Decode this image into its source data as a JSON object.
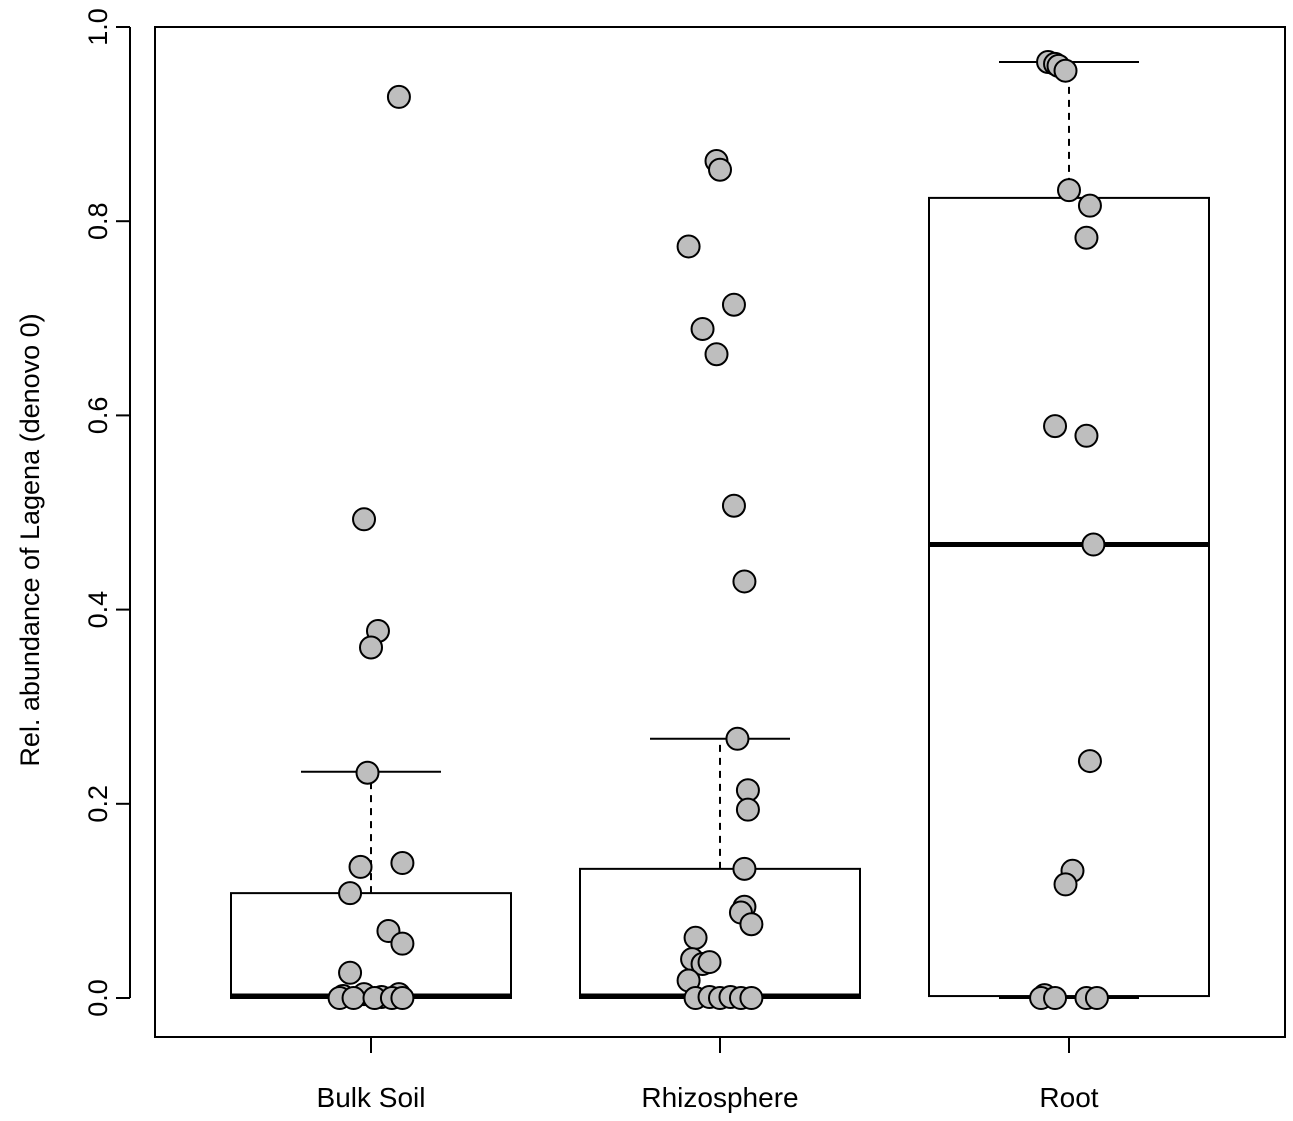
{
  "chart_data": {
    "type": "boxplot",
    "ylabel": "Rel. abundance of Lagena (denovo 0)",
    "xlabel": "",
    "ylim": [
      0,
      1.0
    ],
    "yticks": [
      "0.0",
      "0.2",
      "0.4",
      "0.6",
      "0.8",
      "1.0"
    ],
    "categories": [
      "Bulk Soil",
      "Rhizosphere",
      "Root"
    ],
    "grid": false,
    "boxes": [
      {
        "category": "Bulk Soil",
        "whisker_low": 0.0,
        "q1": 0.0,
        "median": 0.002,
        "q3": 0.108,
        "whisker_high": 0.233
      },
      {
        "category": "Rhizosphere",
        "whisker_low": 0.0,
        "q1": 0.0,
        "median": 0.002,
        "q3": 0.133,
        "whisker_high": 0.267
      },
      {
        "category": "Root",
        "whisker_low": 0.0,
        "q1": 0.002,
        "median": 0.467,
        "q3": 0.824,
        "whisker_high": 0.964
      }
    ],
    "points": [
      {
        "category": "Bulk Soil",
        "jitter": 0.08,
        "value": 0.928
      },
      {
        "category": "Bulk Soil",
        "jitter": -0.02,
        "value": 0.493
      },
      {
        "category": "Bulk Soil",
        "jitter": 0.02,
        "value": 0.378
      },
      {
        "category": "Bulk Soil",
        "jitter": 0.0,
        "value": 0.361
      },
      {
        "category": "Bulk Soil",
        "jitter": -0.01,
        "value": 0.232
      },
      {
        "category": "Bulk Soil",
        "jitter": 0.09,
        "value": 0.139
      },
      {
        "category": "Bulk Soil",
        "jitter": -0.03,
        "value": 0.135
      },
      {
        "category": "Bulk Soil",
        "jitter": -0.06,
        "value": 0.108
      },
      {
        "category": "Bulk Soil",
        "jitter": 0.05,
        "value": 0.069
      },
      {
        "category": "Bulk Soil",
        "jitter": 0.09,
        "value": 0.056
      },
      {
        "category": "Bulk Soil",
        "jitter": -0.06,
        "value": 0.026
      },
      {
        "category": "Bulk Soil",
        "jitter": -0.08,
        "value": 0.002
      },
      {
        "category": "Bulk Soil",
        "jitter": -0.02,
        "value": 0.004
      },
      {
        "category": "Bulk Soil",
        "jitter": 0.03,
        "value": 0.001
      },
      {
        "category": "Bulk Soil",
        "jitter": 0.08,
        "value": 0.004
      },
      {
        "category": "Bulk Soil",
        "jitter": -0.09,
        "value": 0.0
      },
      {
        "category": "Bulk Soil",
        "jitter": -0.05,
        "value": 0.0
      },
      {
        "category": "Bulk Soil",
        "jitter": 0.01,
        "value": 0.0
      },
      {
        "category": "Bulk Soil",
        "jitter": 0.06,
        "value": 0.0
      },
      {
        "category": "Bulk Soil",
        "jitter": 0.09,
        "value": 0.0
      },
      {
        "category": "Rhizosphere",
        "jitter": -0.01,
        "value": 0.862
      },
      {
        "category": "Rhizosphere",
        "jitter": 0.0,
        "value": 0.853
      },
      {
        "category": "Rhizosphere",
        "jitter": -0.09,
        "value": 0.774
      },
      {
        "category": "Rhizosphere",
        "jitter": 0.04,
        "value": 0.714
      },
      {
        "category": "Rhizosphere",
        "jitter": -0.05,
        "value": 0.689
      },
      {
        "category": "Rhizosphere",
        "jitter": -0.01,
        "value": 0.663
      },
      {
        "category": "Rhizosphere",
        "jitter": 0.04,
        "value": 0.507
      },
      {
        "category": "Rhizosphere",
        "jitter": 0.07,
        "value": 0.429
      },
      {
        "category": "Rhizosphere",
        "jitter": 0.05,
        "value": 0.267
      },
      {
        "category": "Rhizosphere",
        "jitter": 0.08,
        "value": 0.214
      },
      {
        "category": "Rhizosphere",
        "jitter": 0.08,
        "value": 0.194
      },
      {
        "category": "Rhizosphere",
        "jitter": 0.07,
        "value": 0.133
      },
      {
        "category": "Rhizosphere",
        "jitter": 0.07,
        "value": 0.094
      },
      {
        "category": "Rhizosphere",
        "jitter": 0.06,
        "value": 0.088
      },
      {
        "category": "Rhizosphere",
        "jitter": 0.09,
        "value": 0.076
      },
      {
        "category": "Rhizosphere",
        "jitter": -0.07,
        "value": 0.062
      },
      {
        "category": "Rhizosphere",
        "jitter": -0.08,
        "value": 0.04
      },
      {
        "category": "Rhizosphere",
        "jitter": -0.05,
        "value": 0.035
      },
      {
        "category": "Rhizosphere",
        "jitter": -0.03,
        "value": 0.037
      },
      {
        "category": "Rhizosphere",
        "jitter": -0.09,
        "value": 0.018
      },
      {
        "category": "Rhizosphere",
        "jitter": -0.07,
        "value": 0.0
      },
      {
        "category": "Rhizosphere",
        "jitter": -0.03,
        "value": 0.001
      },
      {
        "category": "Rhizosphere",
        "jitter": 0.0,
        "value": 0.0
      },
      {
        "category": "Rhizosphere",
        "jitter": 0.03,
        "value": 0.001
      },
      {
        "category": "Rhizosphere",
        "jitter": 0.06,
        "value": 0.0
      },
      {
        "category": "Rhizosphere",
        "jitter": 0.09,
        "value": 0.0
      },
      {
        "category": "Root",
        "jitter": -0.06,
        "value": 0.964
      },
      {
        "category": "Root",
        "jitter": -0.04,
        "value": 0.962
      },
      {
        "category": "Root",
        "jitter": -0.03,
        "value": 0.96
      },
      {
        "category": "Root",
        "jitter": -0.01,
        "value": 0.955
      },
      {
        "category": "Root",
        "jitter": 0.0,
        "value": 0.832
      },
      {
        "category": "Root",
        "jitter": 0.06,
        "value": 0.816
      },
      {
        "category": "Root",
        "jitter": 0.05,
        "value": 0.783
      },
      {
        "category": "Root",
        "jitter": -0.04,
        "value": 0.589
      },
      {
        "category": "Root",
        "jitter": 0.05,
        "value": 0.579
      },
      {
        "category": "Root",
        "jitter": 0.07,
        "value": 0.467
      },
      {
        "category": "Root",
        "jitter": 0.06,
        "value": 0.244
      },
      {
        "category": "Root",
        "jitter": 0.01,
        "value": 0.131
      },
      {
        "category": "Root",
        "jitter": -0.01,
        "value": 0.117
      },
      {
        "category": "Root",
        "jitter": -0.07,
        "value": 0.003
      },
      {
        "category": "Root",
        "jitter": -0.08,
        "value": 0.0
      },
      {
        "category": "Root",
        "jitter": -0.04,
        "value": 0.0
      },
      {
        "category": "Root",
        "jitter": 0.05,
        "value": 0.0
      },
      {
        "category": "Root",
        "jitter": 0.08,
        "value": 0.0
      }
    ],
    "colors": {
      "point_fill": "#bebebe",
      "point_stroke": "#000000",
      "box_fill": "#ffffff"
    }
  }
}
